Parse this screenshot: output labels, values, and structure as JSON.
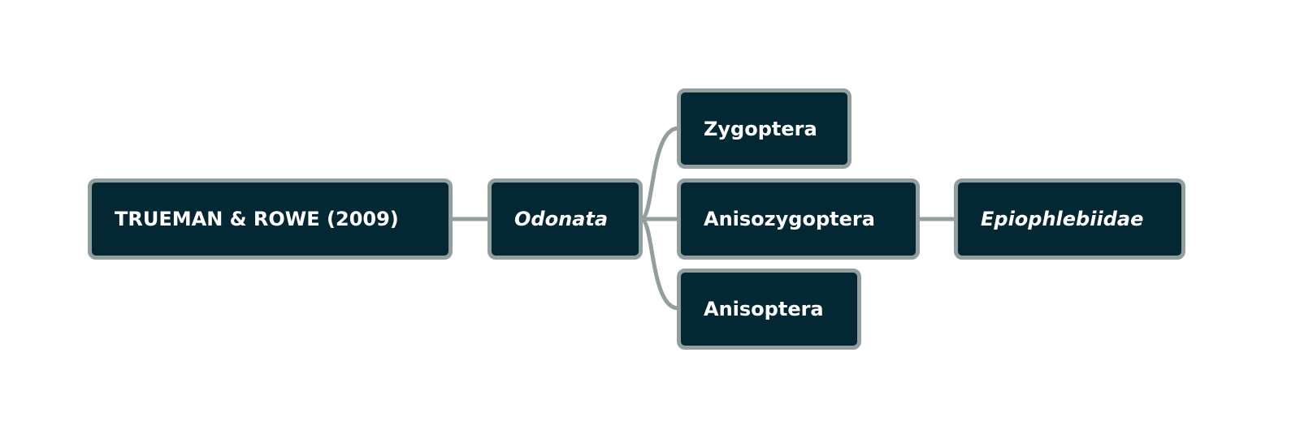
{
  "colors": {
    "node_fill": "#032833",
    "node_border": "#939f9f",
    "link": "#939f9f",
    "text": "#ffffff"
  },
  "nodes": {
    "root": "TRUEMAN & ROWE (2009)",
    "odonata": "Odonata",
    "zygoptera": "Zygoptera",
    "anisozygoptera": "Anisozygoptera",
    "anisoptera": "Anisoptera",
    "epiophlebiidae": "Epiophlebiidae"
  }
}
